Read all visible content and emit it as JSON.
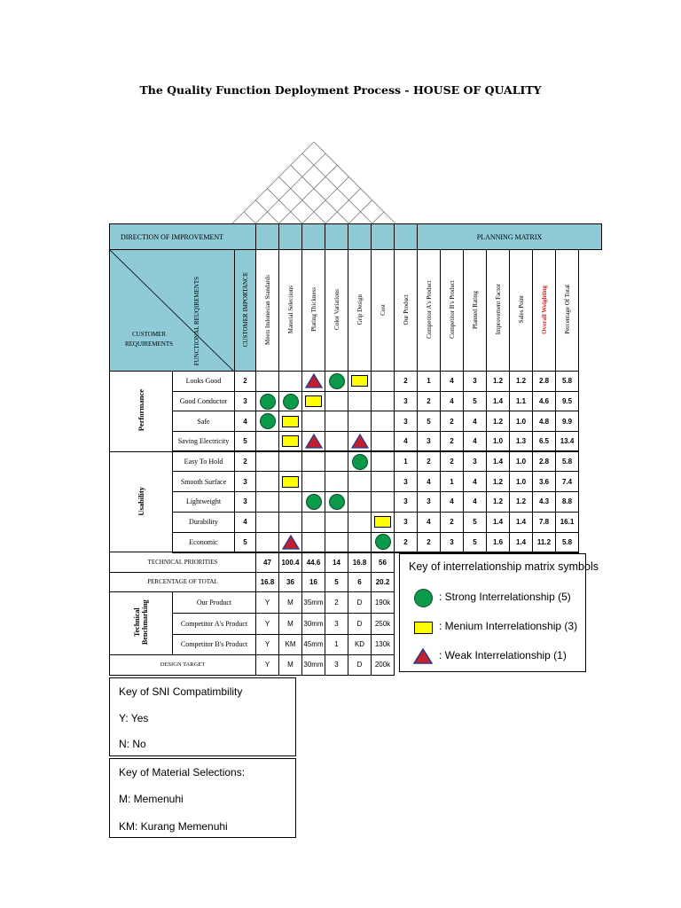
{
  "title": "The Quality Function Deployment Process - HOUSE OF QUALITY",
  "colors": {
    "header": "#8fcad7",
    "strong": "#0a9a4a",
    "medium": "#ffff00",
    "weak": "#c3202e",
    "overall_weighting": "#e02020"
  },
  "header": {
    "direction": "DIRECTION OF IMPROVEMENT",
    "planning": "PLANNING MATRIX",
    "functional": "FUNCTIONAL REUQIREMENTS",
    "customer": "CUSTOMER REQUIREMENTS"
  },
  "columns": {
    "importance": "CUSTOMER IMPORTANCE",
    "technical": [
      "Meets Indonesian Standards",
      "Material Selections",
      "Plating Thickness",
      "Color Variations",
      "Grip Design",
      "Cost"
    ],
    "planning": [
      "Our Product",
      "Competitor A's Product",
      "Competitor B's Product",
      "Planned Rating",
      "Improvement Factor",
      "Sales Point",
      "Overall Weighting",
      "Percentage Of Total"
    ]
  },
  "groups": [
    {
      "name": "Performance",
      "rows": [
        {
          "req": "Looks Good",
          "imp": "2",
          "sym": [
            "",
            "",
            "weak",
            "strong",
            "medium",
            ""
          ],
          "plan": [
            "2",
            "1",
            "4",
            "3",
            "1.2",
            "1.2",
            "2.8",
            "5.8"
          ]
        },
        {
          "req": "Good Conductor",
          "imp": "3",
          "sym": [
            "strong",
            "strong",
            "medium",
            "",
            "",
            ""
          ],
          "plan": [
            "3",
            "2",
            "4",
            "5",
            "1.4",
            "1.1",
            "4.6",
            "9.5"
          ]
        },
        {
          "req": "Safe",
          "imp": "4",
          "sym": [
            "strong",
            "medium",
            "",
            "",
            "",
            ""
          ],
          "plan": [
            "3",
            "5",
            "2",
            "4",
            "1.2",
            "1.0",
            "4.8",
            "9.9"
          ]
        },
        {
          "req": "Saving Electricity",
          "imp": "5",
          "sym": [
            "",
            "medium",
            "weak",
            "",
            "weak",
            ""
          ],
          "plan": [
            "4",
            "3",
            "2",
            "4",
            "1.0",
            "1.3",
            "6.5",
            "13.4"
          ]
        }
      ]
    },
    {
      "name": "Usability",
      "rows": [
        {
          "req": "Easy To Hold",
          "imp": "2",
          "sym": [
            "",
            "",
            "",
            "",
            "strong",
            ""
          ],
          "plan": [
            "1",
            "2",
            "2",
            "3",
            "1.4",
            "1.0",
            "2.8",
            "5.8"
          ]
        },
        {
          "req": "Smooth Surface",
          "imp": "3",
          "sym": [
            "",
            "medium",
            "",
            "",
            "",
            ""
          ],
          "plan": [
            "3",
            "4",
            "1",
            "4",
            "1.2",
            "1.0",
            "3.6",
            "7.4"
          ]
        },
        {
          "req": "Lightweight",
          "imp": "3",
          "sym": [
            "",
            "",
            "strong",
            "strong",
            "",
            ""
          ],
          "plan": [
            "3",
            "3",
            "4",
            "4",
            "1.2",
            "1.2",
            "4.3",
            "8.8"
          ]
        },
        {
          "req": "Durability",
          "imp": "4",
          "sym": [
            "",
            "",
            "",
            "",
            "",
            "medium"
          ],
          "plan": [
            "3",
            "4",
            "2",
            "5",
            "1.4",
            "1.4",
            "7.8",
            "16.1"
          ]
        },
        {
          "req": "Economic",
          "imp": "5",
          "sym": [
            "",
            "weak",
            "",
            "",
            "",
            "strong"
          ],
          "plan": [
            "2",
            "2",
            "3",
            "5",
            "1.6",
            "1.4",
            "11.2",
            "5.8"
          ]
        }
      ]
    }
  ],
  "technical_priorities": {
    "label": "TECHNICAL PRIORITIES",
    "values": [
      "47",
      "100.4",
      "44.6",
      "14",
      "16.8",
      "56"
    ]
  },
  "percentage_of_total": {
    "label": "PERCENTAGE OF TOTAL",
    "values": [
      "16.8",
      "36",
      "16",
      "5",
      "6",
      "20.2"
    ]
  },
  "benchmarking": {
    "label": "Technical Benchmarking",
    "rows": [
      {
        "name": "Our Product",
        "values": [
          "Y",
          "M",
          "35mm",
          "2",
          "D",
          "190k"
        ]
      },
      {
        "name": "Competitor A's Product",
        "values": [
          "Y",
          "M",
          "30mm",
          "3",
          "D",
          "250k"
        ]
      },
      {
        "name": "Competitor B's Product",
        "values": [
          "Y",
          "KM",
          "45mm",
          "1",
          "KD",
          "130k"
        ]
      }
    ]
  },
  "design_target": {
    "label": "DESIGN TARGET",
    "values": [
      "Y",
      "M",
      "30mm",
      "3",
      "D",
      "200k"
    ]
  },
  "key_symbols": {
    "title": "Key of interrelationship matrix symbols",
    "strong": ": Strong Interrelationship (5)",
    "medium": ": Menium Interrelationship (3)",
    "weak": ": Weak Interrelationship (1)"
  },
  "key_sni": {
    "title": "Key of SNI Compatimbility",
    "yes": "Y: Yes",
    "no": "N: No"
  },
  "key_material": {
    "title": "Key of Material Selections:",
    "m": "M: Memenuhi",
    "km": "KM: Kurang Memenuhi"
  }
}
